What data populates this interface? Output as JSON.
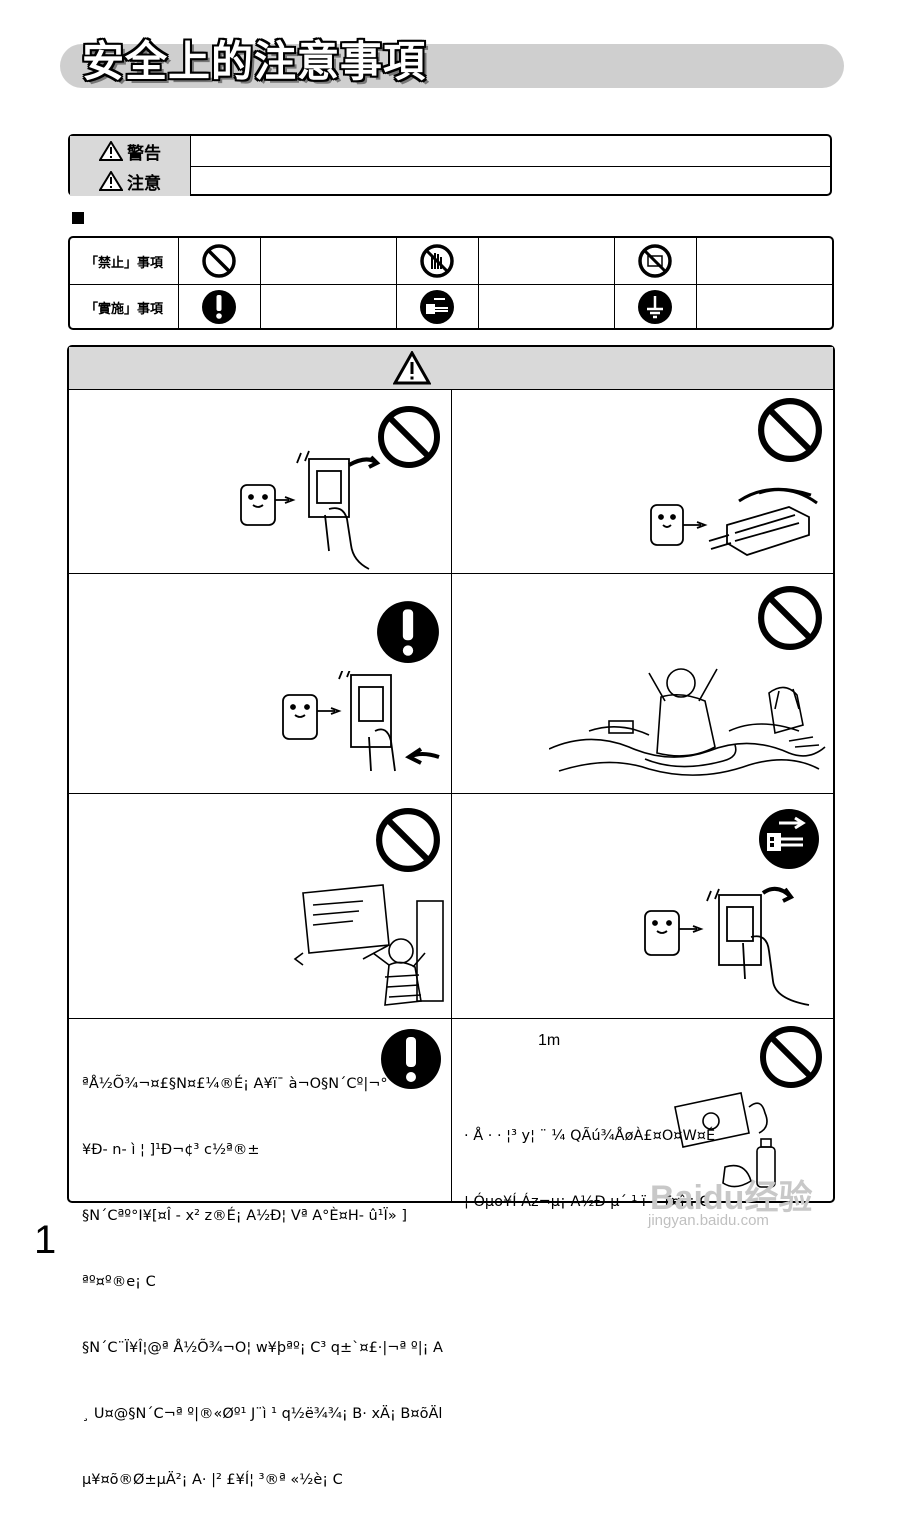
{
  "header": {
    "title": "安全上的注意事項"
  },
  "warning_table": {
    "rows": [
      {
        "label": "警告"
      },
      {
        "label": "注意"
      }
    ]
  },
  "symbol_table": {
    "rows": [
      {
        "label": "「禁止」事項",
        "icons": [
          "prohibition-icon",
          "no-wet-hands-icon",
          "no-disassembly-icon"
        ]
      },
      {
        "label": "「實施」事項",
        "icons": [
          "mandatory-exclamation-icon",
          "unplug-icon",
          "ground-icon"
        ]
      }
    ]
  },
  "caution_section": {
    "cells": [
      {
        "icon": "prohibition-icon"
      },
      {
        "icon": "prohibition-icon"
      },
      {
        "icon": "mandatory-exclamation-icon"
      },
      {
        "icon": "prohibition-icon"
      },
      {
        "icon": "prohibition-icon"
      },
      {
        "icon": "unplug-icon"
      },
      {
        "icon": "mandatory-exclamation-icon",
        "text_lines": [
          "ªÅ½Õ¾¬¤£§N¤£¼®É¡ A¥ï¯ à¬O§N´Cº|¬°",
          "¥Ð- n- ì ¦ ]¹Ð¬¢³ c½ª®±",
          "§N´Cªº°I¥[¤Î - x² z®É¡ A½Ð¦ Vª A°È¤H- û¹Ï» ]",
          "ªº¤º®e¡ C",
          "§N´C¨Ï¥Î¦@ª Å½Õ¾¬O¦ w¥þªº¡ C³ q±`¤£·|¬ª º|¡ A",
          "¸ U¤@§N´C¬ª º|®«Øº¹ J¨ì ¹ q½ë¾¾¡ B· xÄ¡ B¤õÄl",
          "µ¥¤õ®Ø±µÄ²¡ A· |² £¥Í¦ ³®ª «½è¡ C"
        ]
      },
      {
        "icon": "prohibition-icon",
        "distance": "1m",
        "text_lines": [
          "· Å · · ¦³ y¦ ¨ ¼ QÃú¾ÅøÀ£¤O¤W¤É",
          "¦ Óµo¥Í Áz¬µ¡ A½Ð µ´ ¹ ï ¸ T¤î ¡ C"
        ]
      }
    ]
  },
  "footer": {
    "page_number": "1",
    "watermark_logo": "Baidu经验",
    "watermark_url": "jingyan.baidu.com"
  }
}
